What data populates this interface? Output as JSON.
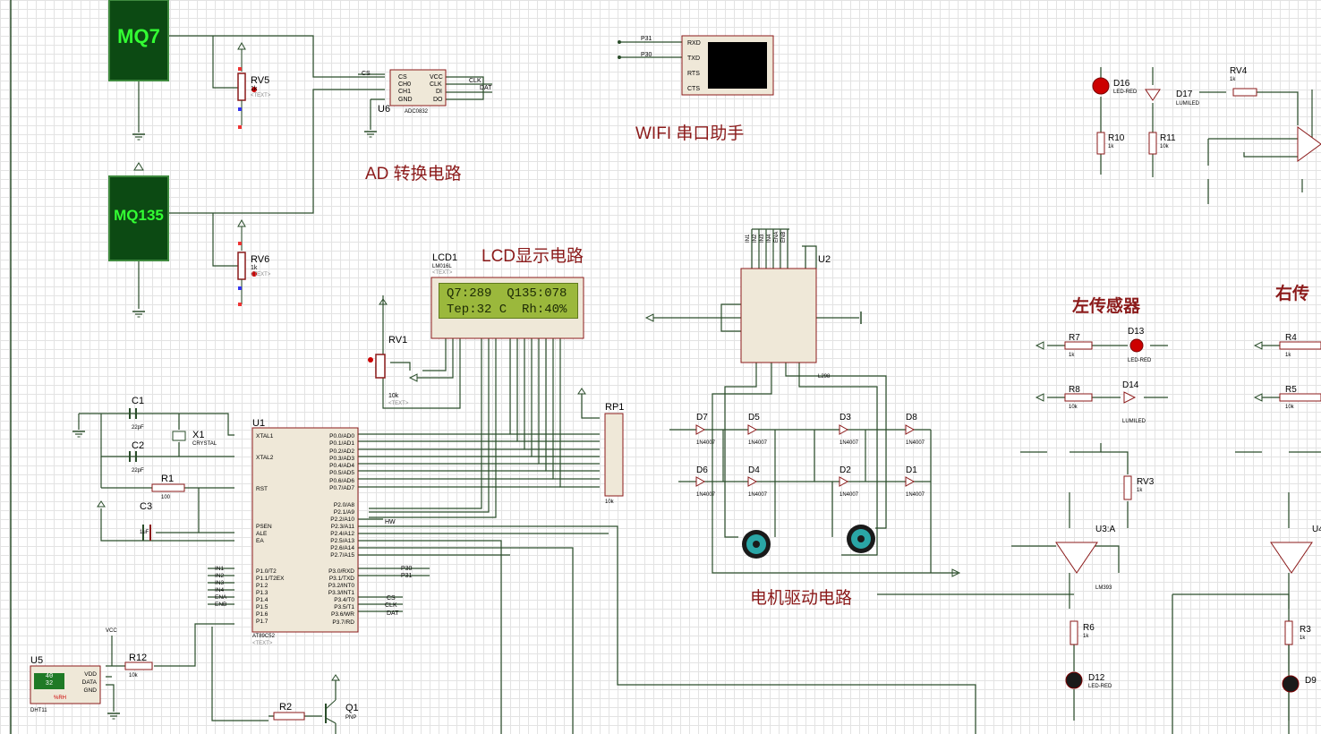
{
  "sensors": {
    "mq7": "MQ7",
    "mq135": "MQ135"
  },
  "titles": {
    "ad": "AD 转换电路",
    "lcd": "LCD显示电路",
    "wifi": "WIFI 串口助手",
    "motor": "电机驱动电路",
    "left_sensor": "左传感器",
    "right_sensor": "右传"
  },
  "lcd": {
    "line1": "Q7:289  Q135:078",
    "line2": "Tep:32 C  Rh:40%"
  },
  "refs": {
    "RV5": "RV5",
    "RV6": "RV6",
    "RV1": "RV1",
    "RV3": "RV3",
    "RV4": "RV4",
    "U1": "U1",
    "U2": "U2",
    "U3A": "U3:A",
    "U4": "U4",
    "U5": "U5",
    "U6": "U6",
    "LCD1": "LCD1",
    "RP1": "RP1",
    "C1": "C1",
    "C2": "C2",
    "C3": "C3",
    "X1": "X1",
    "R1": "R1",
    "R2": "R2",
    "R3": "R3",
    "R4": "R4",
    "R5": "R5",
    "R6": "R6",
    "R7": "R7",
    "R8": "R8",
    "R10": "R10",
    "R11": "R11",
    "R12": "R12",
    "Q1": "Q1",
    "D1": "D1",
    "D2": "D2",
    "D3": "D3",
    "D4": "D4",
    "D5": "D5",
    "D6": "D6",
    "D7": "D7",
    "D8": "D8",
    "D9": "D9",
    "D12": "D12",
    "D13": "D13",
    "D14": "D14",
    "D16": "D16",
    "D17": "D17"
  },
  "values": {
    "k1": "1k",
    "k10": "10k",
    "r100": "100",
    "pf22": "22pF",
    "uf1": "1uF",
    "text": "<TEXT>",
    "crystal": "CRYSTAL",
    "lm016l": "LM016L",
    "adc": "ADC0832",
    "at89": "AT89C52",
    "l298": "L298",
    "lm393": "LM393",
    "n4007": "1N4007",
    "ledred": "LED-RED",
    "lumiled": "LUMILED",
    "pnp": "PNP",
    "dht": "DHT11",
    "vcc": "VCC",
    "hw": "HW",
    "cs": "CS",
    "clk": "CLK",
    "dat": "DAT",
    "p30": "P30",
    "p31": "P31"
  },
  "adc_pins": [
    "CS",
    "CH0",
    "CH1",
    "GND",
    "VCC",
    "CLK",
    "DI",
    "DO"
  ],
  "wifi_pins": [
    "RXD",
    "TXD",
    "RTS",
    "CTS"
  ],
  "u1_left_pins": [
    "XTAL1",
    "XTAL2",
    "RST",
    "PSEN",
    "ALE",
    "EA",
    "P1.0/T2",
    "P1.1/T2EX",
    "P1.2",
    "P1.3",
    "P1.4",
    "P1.5",
    "P1.6",
    "P1.7"
  ],
  "u1_right_pins": [
    "P0.0/AD0",
    "P0.1/AD1",
    "P0.2/AD2",
    "P0.3/AD3",
    "P0.4/AD4",
    "P0.5/AD5",
    "P0.6/AD6",
    "P0.7/AD7",
    "P2.0/A8",
    "P2.1/A9",
    "P2.2/A10",
    "P2.3/A11",
    "P2.4/A12",
    "P2.5/A13",
    "P2.6/A14",
    "P2.7/A15",
    "P3.0/RXD",
    "P3.1/TXD",
    "P3.2/INT0",
    "P3.3/INT1",
    "P3.4/T0",
    "P3.5/T1",
    "P3.6/WR",
    "P3.7/RD"
  ],
  "in_labels": [
    "IN1",
    "IN2",
    "IN3",
    "IN4",
    "ENA",
    "ENB"
  ],
  "dht_pins": [
    "VDD",
    "DATA",
    "GND"
  ],
  "dht_screen": [
    "40",
    "32"
  ],
  "dht_unit": "%RH"
}
